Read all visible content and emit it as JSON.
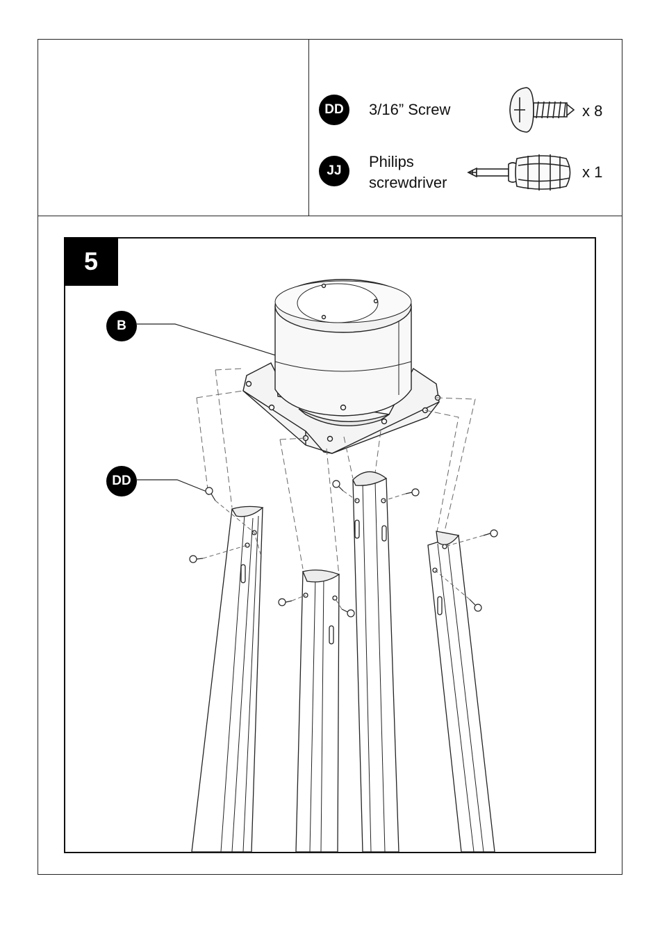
{
  "parts": [
    {
      "code": "DD",
      "name": "3/16” Screw",
      "qty": "x 8",
      "icon": "screw-icon"
    },
    {
      "code": "JJ",
      "name_lines": [
        "Philips",
        "screwdriver"
      ],
      "qty": "x 1",
      "icon": "screwdriver-icon"
    }
  ],
  "step": {
    "number": "5",
    "callouts": [
      {
        "code": "B",
        "target": "burner-head-assembly"
      },
      {
        "code": "DD",
        "target": "screw"
      }
    ]
  },
  "colors": {
    "ink": "#111111",
    "badge": "#000000",
    "paper": "#ffffff"
  }
}
